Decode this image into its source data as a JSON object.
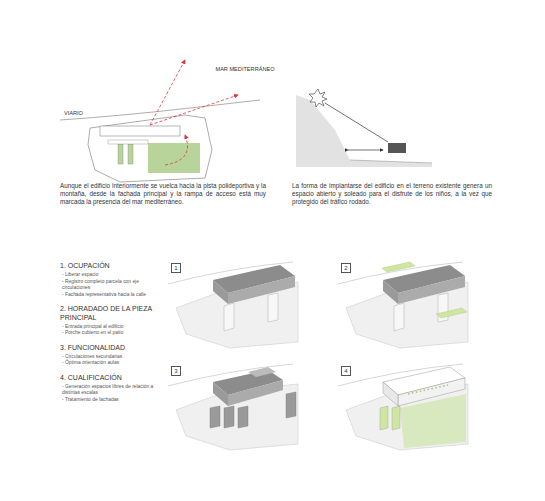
{
  "diagram": {
    "nodes": [
      {
        "text": [
          "1"
        ]
      },
      {
        "text": [
          "2"
        ]
      },
      {
        "text": [
          "3"
        ]
      },
      {
        "text": [
          "4"
        ]
      }
    ],
    "labels": [
      "MAR MEDITERRÁNEO",
      "VIARIO",
      "Aunque el edificio interiormente se vuelca hacia la pista polideportiva y la montaña, desde la fachada principal y la rampa de acceso está muy marcada la presencia del mar mediterráneo.",
      "La forma de implantarse del edificio en el terreno existente genera un espacio abierto y soleado para el disfrute de los niños, a la vez que protegido del tráfico rodado.",
      "1. OCUPACIÓN",
      "- Liberar espacio",
      "- Registro completo parcela con eje circulaciones",
      "- Fachada representativa hacia la calle",
      "2. HORADADO DE LA PIEZA PRINCIPAL",
      "- Entrada principal al edificio",
      "- Porche cubierto en el patio",
      "3. FUNCIONALIDAD",
      "- Circulaciones secundarias",
      "- Óptima orientación aulas",
      "4. CUALIFICACIÓN",
      "- Generación espacios libres de relación a distintas escalas",
      "- Tratamiento de fachadas"
    ]
  }
}
